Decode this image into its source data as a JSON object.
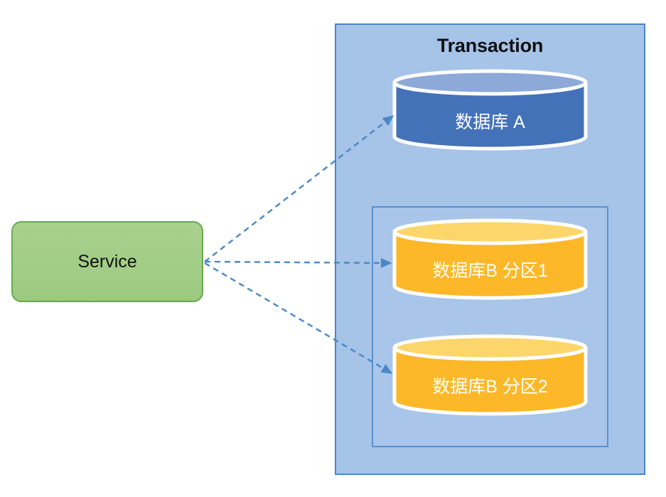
{
  "diagram": {
    "title_text": "Transaction",
    "background_color": "#ffffff"
  },
  "transaction_panel": {
    "label": "Transaction",
    "fill_color": "#a6c3e8",
    "border_color": "#4a86c8"
  },
  "partition_group": {
    "fill_color": "#a9c5e9",
    "border_color": "#5b90cc"
  },
  "service": {
    "label": "Service",
    "fill_color": "#a9d08e",
    "border_color": "#6aa84f",
    "text_color": "#111111"
  },
  "databases": [
    {
      "id": "db-a",
      "label": "数据库 A",
      "body_color": "#4472b8",
      "top_color": "#8da9d8",
      "stroke_color": "#ffffff",
      "text_color": "#ffffff"
    },
    {
      "id": "db-b1",
      "label": "数据库B 分区1",
      "body_color": "#fcb828",
      "top_color": "#fcd66a",
      "stroke_color": "#ffffff",
      "text_color": "#ffffff"
    },
    {
      "id": "db-b2",
      "label": "数据库B 分区2",
      "body_color": "#fcb828",
      "top_color": "#fcd66a",
      "stroke_color": "#ffffff",
      "text_color": "#ffffff"
    }
  ],
  "connectors": {
    "style": "dashed",
    "color": "#4a87c8",
    "source": "Service",
    "targets": [
      "数据库 A",
      "数据库B 分区1",
      "数据库B 分区2"
    ]
  }
}
